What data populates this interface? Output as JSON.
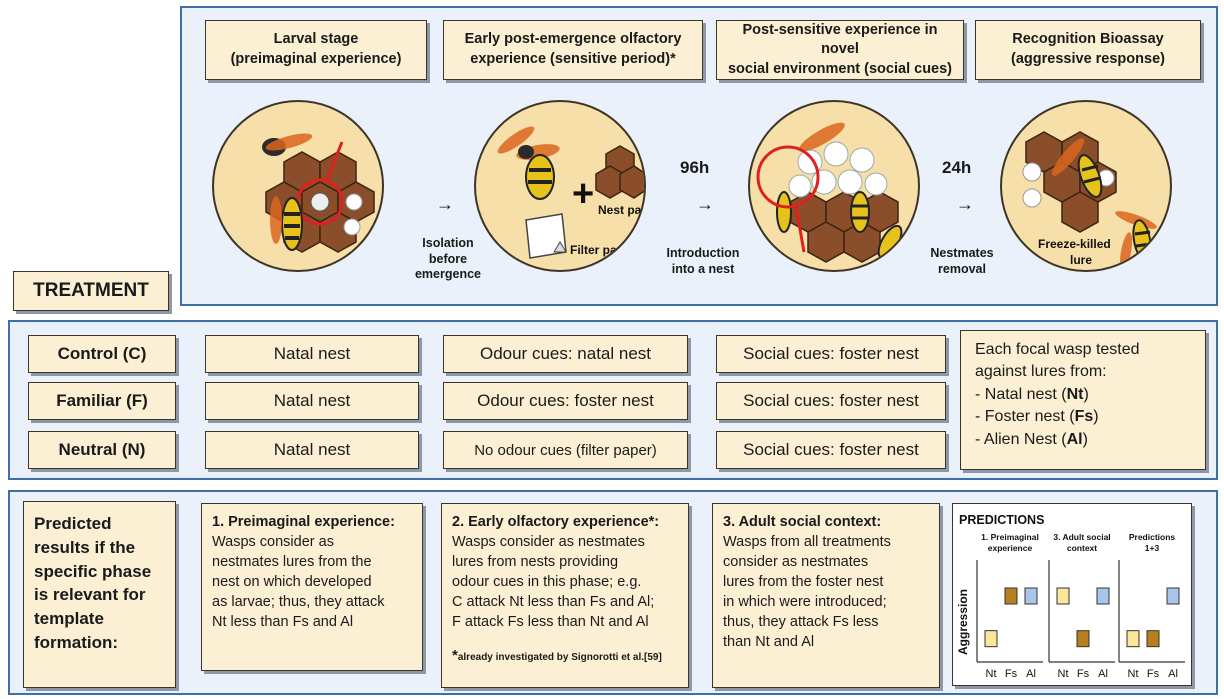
{
  "stages": [
    {
      "line1": "Larval stage",
      "line2": "(preimaginal experience)"
    },
    {
      "line1": "Early post-emergence olfactory",
      "line2": "experience (sensitive period)*"
    },
    {
      "line1": "Post-sensitive experience in novel",
      "line2": "social environment (social cues)"
    },
    {
      "line1": "Recognition Bioassay",
      "line2": "(aggressive response)"
    }
  ],
  "transitions": {
    "t1_line1": "Isolation",
    "t1_line2": "before",
    "t1_line3": "emergence",
    "t2_line1": "Introduction",
    "t2_line2": "into a nest",
    "t2_hours": "96h",
    "t3_line1": "Nestmates",
    "t3_line2": "removal",
    "t3_hours": "24h"
  },
  "circle_labels": {
    "nest_paper": "Nest paper",
    "filter_paper": "Filter paper",
    "lure_line1": "Freeze-killed",
    "lure_line2": "lure"
  },
  "treatment_label": "TREATMENT",
  "treatments": [
    {
      "name": "Control (C)",
      "larval": "Natal nest",
      "olfactory": "Odour cues: natal nest",
      "social": "Social cues: foster nest"
    },
    {
      "name": "Familiar (F)",
      "larval": "Natal nest",
      "olfactory": "Odour cues: foster nest",
      "social": "Social cues: foster nest"
    },
    {
      "name": "Neutral (N)",
      "larval": "Natal nest",
      "olfactory": "No odour cues (filter paper)",
      "social": "Social cues: foster nest"
    }
  ],
  "lures": {
    "intro1": "Each focal wasp tested",
    "intro2": "against lures from:",
    "items": [
      {
        "prefix": "- Natal nest (",
        "code": "Nt",
        "suffix": ")"
      },
      {
        "prefix": "- Foster nest (",
        "code": "Fs",
        "suffix": ")"
      },
      {
        "prefix": "- Alien Nest (",
        "code": "Al",
        "suffix": ")"
      }
    ]
  },
  "predicted_label": [
    "Predicted",
    "results if the",
    "specific phase",
    "is relevant for",
    "template",
    "formation:"
  ],
  "predictions": [
    {
      "title": "1. Preimaginal experience:",
      "lines": [
        "Wasps consider as",
        "nestmates lures from the",
        "nest on which developed",
        "as larvae; thus, they attack",
        "Nt less than Fs and Al"
      ]
    },
    {
      "title": "2. Early olfactory experience*:",
      "lines": [
        "Wasps consider as nestmates",
        "lures from nests providing",
        "odour cues in this phase;  e.g.",
        "C attack Nt less than Fs and Al;",
        "F attack Fs less than Nt and Al"
      ],
      "footnote": "already investigated by Signorotti et al.[59]"
    },
    {
      "title": "3. Adult social context:",
      "lines": [
        "Wasps from all treatments",
        "consider as nestmates",
        "lures from the foster nest",
        "in which were introduced;",
        "thus, they attack Fs less",
        "than Nt and Al"
      ]
    }
  ],
  "chart_data": {
    "type": "bar",
    "title": "PREDICTIONS",
    "ylabel": "Aggression",
    "categories": [
      "Nt",
      "Fs",
      "Al"
    ],
    "panels": [
      {
        "title": [
          "1. Preimaginal",
          "experience"
        ],
        "values": [
          1,
          3,
          3
        ]
      },
      {
        "title": [
          "3. Adult social",
          "context"
        ],
        "values": [
          3,
          1,
          3
        ]
      },
      {
        "title": [
          "Predictions",
          "1+3"
        ],
        "values": [
          1,
          1,
          3
        ]
      }
    ],
    "colors": {
      "Nt": "#fbe69a",
      "Fs": "#b7801f",
      "Al": "#a9c6ea"
    }
  }
}
